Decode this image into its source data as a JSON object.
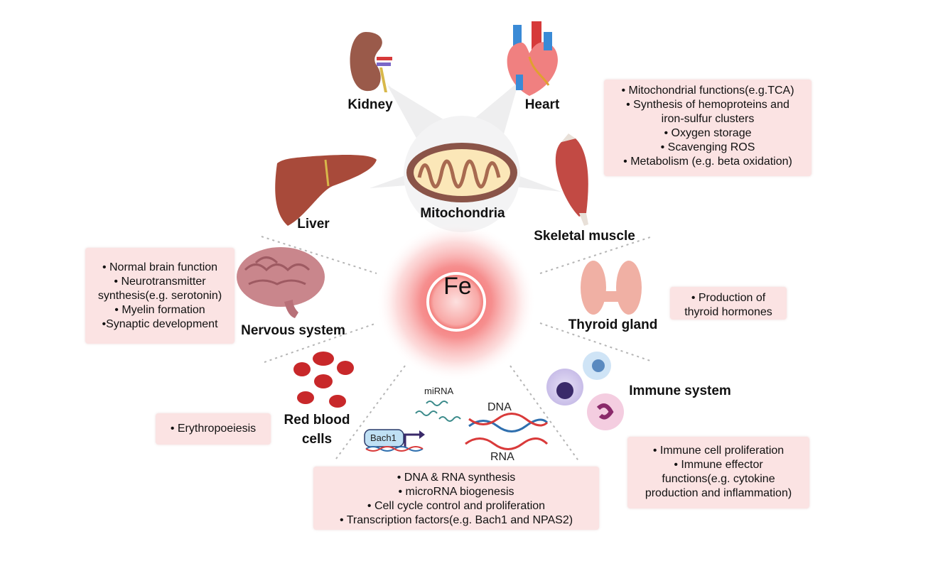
{
  "center": {
    "label": "Fe"
  },
  "colors": {
    "box_fill": "#fbe3e3",
    "glow": "#f04a4a",
    "dna_blue": "#2f6fae",
    "dna_red": "#d93a3a"
  },
  "labels": {
    "kidney": "Kidney",
    "heart": "Heart",
    "liver": "Liver",
    "mitochondria": "Mitochondria",
    "skeletal_muscle": "Skeletal muscle",
    "nervous_system": "Nervous system",
    "thyroid_gland": "Thyroid gland",
    "immune_system": "Immune system",
    "red_blood_cells_1": "Red blood",
    "red_blood_cells_2": "cells"
  },
  "genetic": {
    "mirna": "miRNA",
    "dna": "DNA",
    "rna": "RNA",
    "bach1": "Bach1"
  },
  "boxes": {
    "mitochondria": [
      "• Mitochondrial functions(e.g.TCA)",
      "• Synthesis of hemoproteins and",
      "iron-sulfur clusters",
      "• Oxygen storage",
      "•  Scavenging ROS",
      "• Metabolism (e.g. beta oxidation)"
    ],
    "nervous": [
      "• Normal brain function",
      "• Neurotransmitter",
      "synthesis(e.g. serotonin)",
      "• Myelin formation",
      "•Synaptic development"
    ],
    "thyroid": [
      "• Production of",
      "thyroid hormones"
    ],
    "rbc": [
      "• Erythropoeiesis"
    ],
    "genetic": [
      "• DNA & RNA synthesis",
      "• microRNA biogenesis",
      "• Cell cycle control and proliferation",
      "• Transcription factors(e.g. Bach1 and NPAS2)"
    ],
    "immune": [
      "• Immune cell proliferation",
      "• Immune effector",
      "functions(e.g. cytokine",
      "production and inflammation)"
    ]
  }
}
